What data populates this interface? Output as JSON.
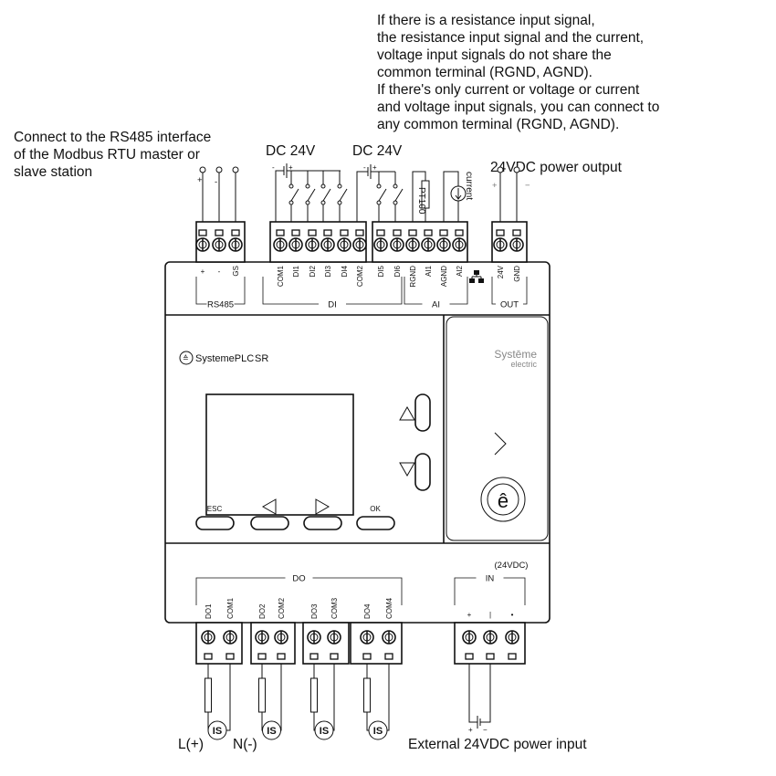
{
  "notes": {
    "resistance_note": [
      "If there is a resistance input signal,",
      "the resistance input signal and the current,",
      "voltage input signals do not share the",
      "common terminal (RGND, AGND).",
      "If there's only current or voltage or current",
      "and voltage input signals, you can connect to",
      "any common terminal (RGND, AGND)."
    ],
    "rs485_note": [
      "Connect to the RS485 interface",
      "of the Modbus RTU master or",
      "slave station"
    ],
    "dc24v_1": "DC 24V",
    "dc24v_2": "DC 24V",
    "power_output": "24VDC power output",
    "pt100": "PT100",
    "current": "current",
    "power_input": "External 24VDC power input",
    "live": "L(+)",
    "neutral": "N(-)"
  },
  "top_terminals": {
    "rs485": {
      "group": "RS485",
      "labels": [
        "+",
        "-",
        "GS"
      ],
      "wire_signs": [
        "+",
        "-"
      ]
    },
    "di": {
      "group": "DI",
      "labels": [
        "COM1",
        "DI1",
        "DI2",
        "DI3",
        "DI4",
        "COM2",
        "DI5",
        "DI6"
      ]
    },
    "ai": {
      "group": "AI",
      "labels": [
        "RGND",
        "AI1",
        "AGND",
        "AI2"
      ]
    },
    "out": {
      "group": "OUT",
      "labels": [
        "24V",
        "GND"
      ],
      "wire_signs": [
        "+",
        "−"
      ]
    }
  },
  "front": {
    "brand": "SystemePLC",
    "model": "SR",
    "logo_line1": "Systēme",
    "logo_line2": "electric",
    "buttons": {
      "esc": "ESC",
      "ok": "OK"
    }
  },
  "bottom_terminals": {
    "do": {
      "group": "DO",
      "labels": [
        "DO1",
        "COM1",
        "DO2",
        "COM2",
        "DO3",
        "COM3",
        "DO4",
        "COM4"
      ]
    },
    "in": {
      "group": "IN",
      "voltage": "(24VDC)",
      "labels": [
        "+",
        "|",
        "•"
      ]
    },
    "load_symbol": "IS"
  }
}
